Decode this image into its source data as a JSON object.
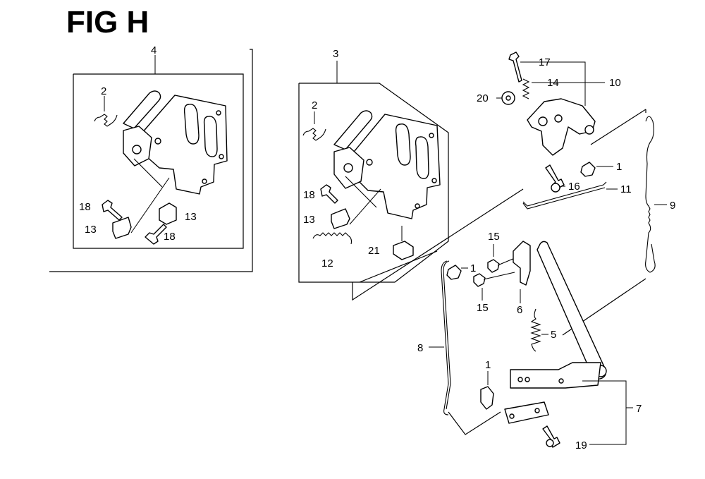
{
  "figure": {
    "title": "FIG H"
  },
  "callouts": [
    {
      "id": "c4",
      "label": "4"
    },
    {
      "id": "c2a",
      "label": "2"
    },
    {
      "id": "c18a",
      "label": "18"
    },
    {
      "id": "c13a",
      "label": "13"
    },
    {
      "id": "c13b",
      "label": "13"
    },
    {
      "id": "c18b",
      "label": "18"
    },
    {
      "id": "c3",
      "label": "3"
    },
    {
      "id": "c2b",
      "label": "2"
    },
    {
      "id": "c18c",
      "label": "18"
    },
    {
      "id": "c13c",
      "label": "13"
    },
    {
      "id": "c12",
      "label": "12"
    },
    {
      "id": "c21",
      "label": "21"
    },
    {
      "id": "c17",
      "label": "17"
    },
    {
      "id": "c14",
      "label": "14"
    },
    {
      "id": "c10",
      "label": "10"
    },
    {
      "id": "c20",
      "label": "20"
    },
    {
      "id": "c1a",
      "label": "1"
    },
    {
      "id": "c16",
      "label": "16"
    },
    {
      "id": "c11",
      "label": "11"
    },
    {
      "id": "c9",
      "label": "9"
    },
    {
      "id": "c15a",
      "label": "15"
    },
    {
      "id": "c1b",
      "label": "1"
    },
    {
      "id": "c15b",
      "label": "15"
    },
    {
      "id": "c6",
      "label": "6"
    },
    {
      "id": "c5",
      "label": "5"
    },
    {
      "id": "c8",
      "label": "8"
    },
    {
      "id": "c1c",
      "label": "1"
    },
    {
      "id": "c7",
      "label": "7"
    },
    {
      "id": "c19",
      "label": "19"
    }
  ]
}
